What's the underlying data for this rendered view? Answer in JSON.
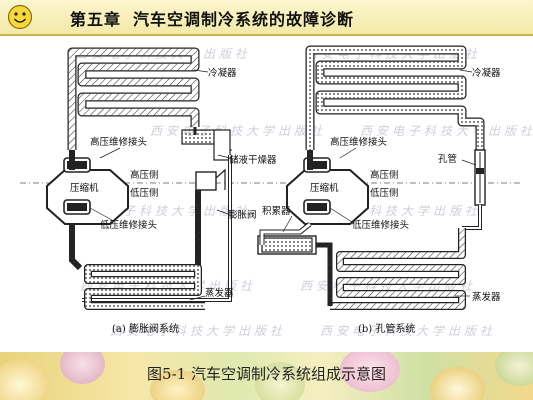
{
  "header": {
    "chapter": "第五章",
    "topic": "汽车空调制冷系统的故障诊断"
  },
  "left": {
    "condenser": "冷凝器",
    "hp_port": "高压维修接头",
    "receiver_dryer": "储液干燥器",
    "compressor": "压缩机",
    "high_side": "高压侧",
    "low_side": "低压侧",
    "expansion_valve": "膨胀阀",
    "lp_port": "低压维修接头",
    "evaporator": "蒸发器",
    "caption": "(a) 膨胀阀系统"
  },
  "right": {
    "condenser": "冷凝器",
    "hp_port": "高压维修接头",
    "orifice_tube": "孔管",
    "compressor": "压缩机",
    "high_side": "高压侧",
    "low_side": "低压侧",
    "accumulator": "积累器",
    "lp_port": "低压维修接头",
    "evaporator": "蒸发器",
    "caption": "(b) 孔管系统"
  },
  "figure_title": "图5-1 汽车空调制冷系统组成示意图",
  "watermark": "西安电子科技大学出版社"
}
